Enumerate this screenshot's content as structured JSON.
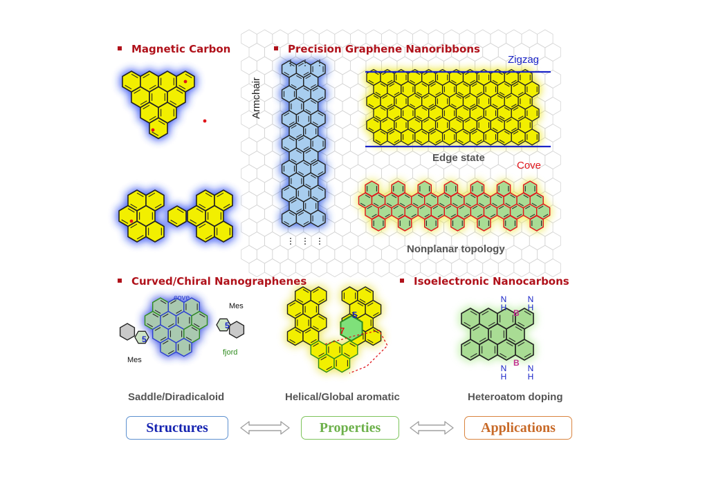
{
  "sections": {
    "magnetic_carbon": "Magnetic Carbon",
    "precision_gnr": "Precision Graphene Nanoribbons",
    "curved_chiral": "Curved/Chiral Nanographenes",
    "isoelectronic": "Isoelectronic Nanocarbons"
  },
  "ribbon_labels": {
    "armchair": "Armchair",
    "zigzag": "Zigzag",
    "edge_state": "Edge state",
    "cove": "Cove",
    "nonplanar": "Nonplanar topology"
  },
  "molecule_labels": {
    "cove_small": "cove",
    "mes_top": "Mes",
    "mes_bottom": "Mes",
    "five_left": "5",
    "five_right": "5",
    "fjord": "fjord",
    "five_center": "5",
    "seven_center": "7",
    "nh_top_left": "NH",
    "nh_top_right": "NH",
    "nh_bottom_left": "NH",
    "nh_bottom_right": "NH",
    "boron_top": "B",
    "boron_bottom": "B"
  },
  "captions": {
    "saddle": "Saddle/Diradicaloid",
    "helical": "Helical/Global aromatic",
    "heteroatom": "Heteroatom doping"
  },
  "flow": {
    "structures": "Structures",
    "properties": "Properties",
    "applications": "Applications"
  },
  "colors": {
    "title_red": "#b0121b",
    "yellow_fill": "#f2ef00",
    "blue_fill": "#a8cdef",
    "green_fill": "#a9dc94",
    "blue_edge": "#1a24c8",
    "red_edge": "#e0141a",
    "green_edge": "#2e8b1e",
    "structures": "#1523b0",
    "properties": "#6cb04a",
    "applications": "#c86a28"
  }
}
